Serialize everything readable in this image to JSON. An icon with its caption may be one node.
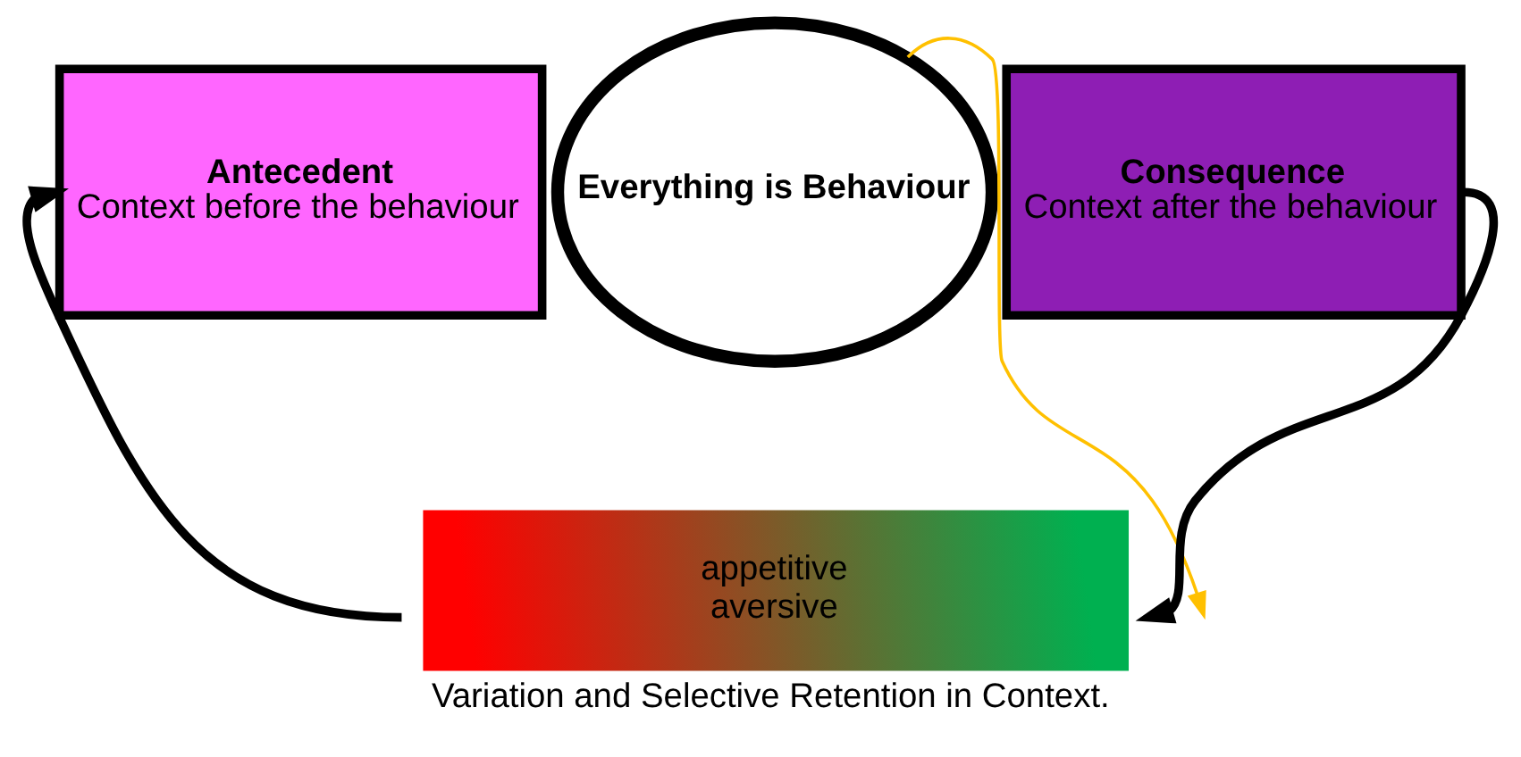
{
  "diagram": {
    "nodes": [
      {
        "text": [
          "Antecedent",
          "Context before the behaviour"
        ]
      },
      {
        "text": [
          "Everything is Behaviour"
        ]
      },
      {
        "text": [
          "Consequence",
          "Context after the behaviour"
        ]
      },
      {
        "text": [
          "appetitive",
          "aversive"
        ],
        "beside": [
          "Variation and Selective Retention in Context."
        ]
      }
    ],
    "edges": [
      {
        "from": 2,
        "to": 3,
        "arrow": "to"
      },
      {
        "from": 3,
        "to": 0,
        "arrow": "to"
      },
      {
        "from": 1,
        "to": null,
        "arrow": "to",
        "color": "#ffc000"
      }
    ]
  }
}
